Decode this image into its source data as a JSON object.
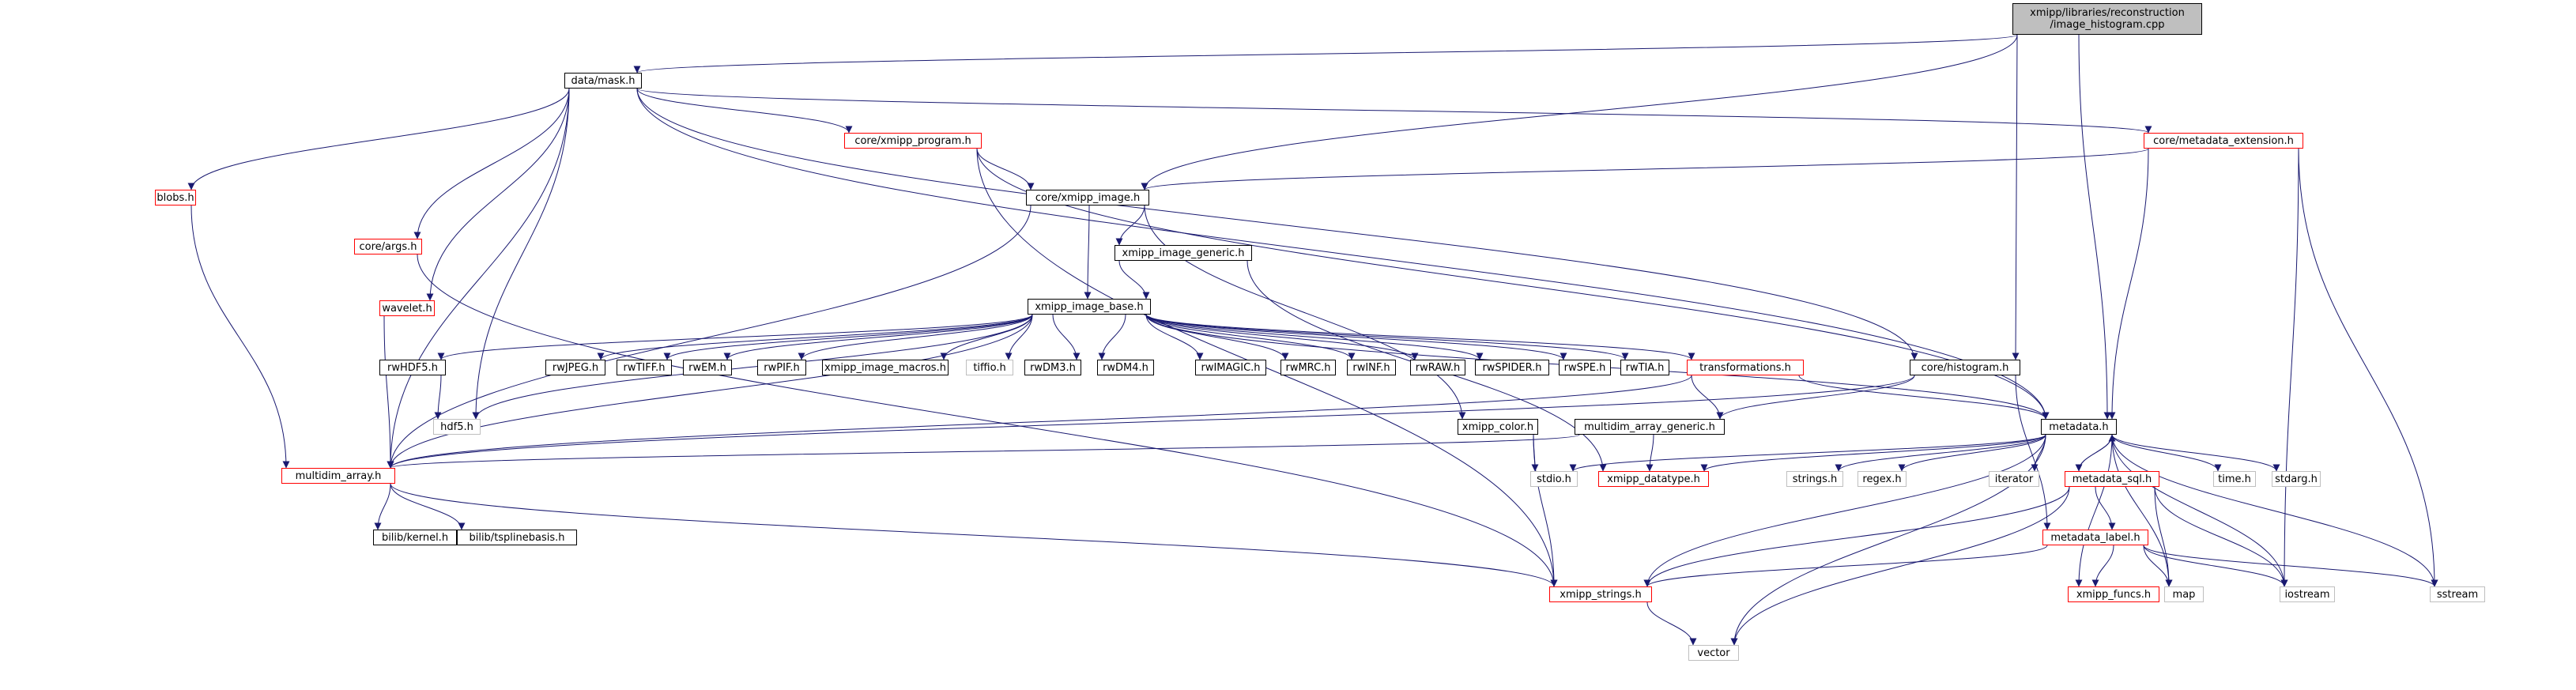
{
  "diagram": {
    "colors": {
      "edge": "#191970",
      "documented_border": "#000000",
      "undocumented_border": "#ff0000",
      "system_border": "#bfbfbf",
      "root_fill": "#bfbfbf",
      "node_fill": "#ffffff"
    },
    "nodes": [
      {
        "id": "root",
        "label": "xmipp/libraries/reconstruction\n/image_histogram.cpp",
        "kind": "root"
      },
      {
        "id": "mask",
        "label": "data/mask.h",
        "kind": "doc"
      },
      {
        "id": "core_args",
        "label": "core/args.h",
        "kind": "undoc"
      },
      {
        "id": "wavelet",
        "label": "wavelet.h",
        "kind": "undoc"
      },
      {
        "id": "blobs",
        "label": "blobs.h",
        "kind": "undoc"
      },
      {
        "id": "core_xmipp_program",
        "label": "core/xmipp_program.h",
        "kind": "undoc"
      },
      {
        "id": "core_xmipp_image",
        "label": "core/xmipp_image.h",
        "kind": "doc"
      },
      {
        "id": "core_metadata_extension",
        "label": "core/metadata_extension.h",
        "kind": "undoc"
      },
      {
        "id": "xmipp_image_generic",
        "label": "xmipp_image_generic.h",
        "kind": "doc"
      },
      {
        "id": "xmipp_image_base",
        "label": "xmipp_image_base.h",
        "kind": "doc"
      },
      {
        "id": "rwHDF5",
        "label": "rwHDF5.h",
        "kind": "doc"
      },
      {
        "id": "rwJPEG",
        "label": "rwJPEG.h",
        "kind": "doc"
      },
      {
        "id": "rwTIFF",
        "label": "rwTIFF.h",
        "kind": "doc"
      },
      {
        "id": "rwEM",
        "label": "rwEM.h",
        "kind": "doc"
      },
      {
        "id": "rwPIF",
        "label": "rwPIF.h",
        "kind": "doc"
      },
      {
        "id": "xmipp_image_macros",
        "label": "xmipp_image_macros.h",
        "kind": "doc"
      },
      {
        "id": "tiffio",
        "label": "tiffio.h",
        "kind": "sys"
      },
      {
        "id": "rwDM3",
        "label": "rwDM3.h",
        "kind": "doc"
      },
      {
        "id": "rwDM4",
        "label": "rwDM4.h",
        "kind": "doc"
      },
      {
        "id": "rwIMAGIC",
        "label": "rwIMAGIC.h",
        "kind": "doc"
      },
      {
        "id": "rwMRC",
        "label": "rwMRC.h",
        "kind": "doc"
      },
      {
        "id": "rwINF",
        "label": "rwINF.h",
        "kind": "doc"
      },
      {
        "id": "rwRAW",
        "label": "rwRAW.h",
        "kind": "doc"
      },
      {
        "id": "rwSPIDER",
        "label": "rwSPIDER.h",
        "kind": "doc"
      },
      {
        "id": "rwSPE",
        "label": "rwSPE.h",
        "kind": "doc"
      },
      {
        "id": "rwTIA",
        "label": "rwTIA.h",
        "kind": "doc"
      },
      {
        "id": "transformations",
        "label": "transformations.h",
        "kind": "undoc"
      },
      {
        "id": "core_histogram",
        "label": "core/histogram.h",
        "kind": "doc"
      },
      {
        "id": "hdf5",
        "label": "hdf5.h",
        "kind": "sys"
      },
      {
        "id": "xmipp_color",
        "label": "xmipp_color.h",
        "kind": "doc"
      },
      {
        "id": "multidim_array_generic",
        "label": "multidim_array_generic.h",
        "kind": "doc"
      },
      {
        "id": "metadata",
        "label": "metadata.h",
        "kind": "doc"
      },
      {
        "id": "multidim_array",
        "label": "multidim_array.h",
        "kind": "undoc"
      },
      {
        "id": "stdio",
        "label": "stdio.h",
        "kind": "sys"
      },
      {
        "id": "xmipp_datatype",
        "label": "xmipp_datatype.h",
        "kind": "undoc"
      },
      {
        "id": "strings",
        "label": "strings.h",
        "kind": "sys"
      },
      {
        "id": "regex",
        "label": "regex.h",
        "kind": "sys"
      },
      {
        "id": "iterator",
        "label": "iterator",
        "kind": "sys"
      },
      {
        "id": "metadata_sql",
        "label": "metadata_sql.h",
        "kind": "undoc"
      },
      {
        "id": "time",
        "label": "time.h",
        "kind": "sys"
      },
      {
        "id": "stdarg",
        "label": "stdarg.h",
        "kind": "sys"
      },
      {
        "id": "bilib_kernel",
        "label": "bilib/kernel.h",
        "kind": "doc"
      },
      {
        "id": "bilib_tsplinebasis",
        "label": "bilib/tsplinebasis.h",
        "kind": "doc"
      },
      {
        "id": "metadata_label",
        "label": "metadata_label.h",
        "kind": "undoc"
      },
      {
        "id": "xmipp_strings",
        "label": "xmipp_strings.h",
        "kind": "undoc"
      },
      {
        "id": "xmipp_funcs",
        "label": "xmipp_funcs.h",
        "kind": "undoc"
      },
      {
        "id": "map",
        "label": "map",
        "kind": "sys"
      },
      {
        "id": "iostream",
        "label": "iostream",
        "kind": "sys"
      },
      {
        "id": "sstream",
        "label": "sstream",
        "kind": "sys"
      },
      {
        "id": "vector",
        "label": "vector",
        "kind": "sys"
      }
    ],
    "edges": [
      [
        "root",
        "mask"
      ],
      [
        "root",
        "core_xmipp_image"
      ],
      [
        "root",
        "core_histogram"
      ],
      [
        "root",
        "metadata"
      ],
      [
        "mask",
        "core_args"
      ],
      [
        "mask",
        "wavelet"
      ],
      [
        "mask",
        "blobs"
      ],
      [
        "mask",
        "core_xmipp_program"
      ],
      [
        "mask",
        "core_metadata_extension"
      ],
      [
        "mask",
        "core_histogram"
      ],
      [
        "mask",
        "metadata"
      ],
      [
        "mask",
        "multidim_array"
      ],
      [
        "mask",
        "hdf5"
      ],
      [
        "core_args",
        "xmipp_strings"
      ],
      [
        "wavelet",
        "multidim_array"
      ],
      [
        "blobs",
        "multidim_array"
      ],
      [
        "core_xmipp_program",
        "core_xmipp_image"
      ],
      [
        "core_xmipp_program",
        "metadata"
      ],
      [
        "core_xmipp_program",
        "xmipp_strings"
      ],
      [
        "core_metadata_extension",
        "core_xmipp_image"
      ],
      [
        "core_metadata_extension",
        "metadata"
      ],
      [
        "core_metadata_extension",
        "iostream"
      ],
      [
        "core_metadata_extension",
        "sstream"
      ],
      [
        "core_xmipp_image",
        "xmipp_image_generic"
      ],
      [
        "core_xmipp_image",
        "xmipp_image_base"
      ],
      [
        "core_xmipp_image",
        "multidim_array"
      ],
      [
        "core_xmipp_image",
        "xmipp_color"
      ],
      [
        "xmipp_image_generic",
        "xmipp_image_base"
      ],
      [
        "xmipp_image_generic",
        "xmipp_datatype"
      ],
      [
        "xmipp_image_base",
        "rwHDF5"
      ],
      [
        "xmipp_image_base",
        "rwJPEG"
      ],
      [
        "xmipp_image_base",
        "rwTIFF"
      ],
      [
        "xmipp_image_base",
        "rwEM"
      ],
      [
        "xmipp_image_base",
        "rwPIF"
      ],
      [
        "xmipp_image_base",
        "xmipp_image_macros"
      ],
      [
        "xmipp_image_base",
        "tiffio"
      ],
      [
        "xmipp_image_base",
        "rwDM3"
      ],
      [
        "xmipp_image_base",
        "rwDM4"
      ],
      [
        "xmipp_image_base",
        "rwIMAGIC"
      ],
      [
        "xmipp_image_base",
        "rwMRC"
      ],
      [
        "xmipp_image_base",
        "rwINF"
      ],
      [
        "xmipp_image_base",
        "rwRAW"
      ],
      [
        "xmipp_image_base",
        "rwSPIDER"
      ],
      [
        "xmipp_image_base",
        "rwSPE"
      ],
      [
        "xmipp_image_base",
        "rwTIA"
      ],
      [
        "xmipp_image_base",
        "transformations"
      ],
      [
        "xmipp_image_base",
        "metadata"
      ],
      [
        "xmipp_image_base",
        "multidim_array"
      ],
      [
        "xmipp_image_base",
        "hdf5"
      ],
      [
        "rwHDF5",
        "hdf5"
      ],
      [
        "transformations",
        "multidim_array"
      ],
      [
        "transformations",
        "multidim_array_generic"
      ],
      [
        "transformations",
        "metadata"
      ],
      [
        "core_histogram",
        "multidim_array_generic"
      ],
      [
        "core_histogram",
        "multidim_array"
      ],
      [
        "core_histogram",
        "metadata_label"
      ],
      [
        "xmipp_color",
        "stdio"
      ],
      [
        "xmipp_color",
        "xmipp_strings"
      ],
      [
        "multidim_array_generic",
        "multidim_array"
      ],
      [
        "multidim_array_generic",
        "xmipp_datatype"
      ],
      [
        "metadata",
        "stdio"
      ],
      [
        "metadata",
        "xmipp_datatype"
      ],
      [
        "metadata",
        "strings"
      ],
      [
        "metadata",
        "regex"
      ],
      [
        "metadata",
        "iterator"
      ],
      [
        "metadata",
        "metadata_sql"
      ],
      [
        "metadata",
        "time"
      ],
      [
        "metadata",
        "stdarg"
      ],
      [
        "metadata",
        "xmipp_strings"
      ],
      [
        "metadata",
        "xmipp_funcs"
      ],
      [
        "metadata",
        "map"
      ],
      [
        "metadata",
        "iostream"
      ],
      [
        "metadata",
        "sstream"
      ],
      [
        "metadata",
        "vector"
      ],
      [
        "multidim_array",
        "bilib_kernel"
      ],
      [
        "multidim_array",
        "bilib_tsplinebasis"
      ],
      [
        "multidim_array",
        "xmipp_strings"
      ],
      [
        "metadata_sql",
        "metadata"
      ],
      [
        "metadata_sql",
        "metadata_label"
      ],
      [
        "metadata_sql",
        "xmipp_strings"
      ],
      [
        "metadata_sql",
        "map"
      ],
      [
        "metadata_sql",
        "iostream"
      ],
      [
        "metadata_sql",
        "vector"
      ],
      [
        "metadata_label",
        "xmipp_strings"
      ],
      [
        "metadata_label",
        "xmipp_funcs"
      ],
      [
        "metadata_label",
        "map"
      ],
      [
        "metadata_label",
        "iostream"
      ],
      [
        "metadata_label",
        "sstream"
      ],
      [
        "xmipp_strings",
        "vector"
      ]
    ]
  }
}
